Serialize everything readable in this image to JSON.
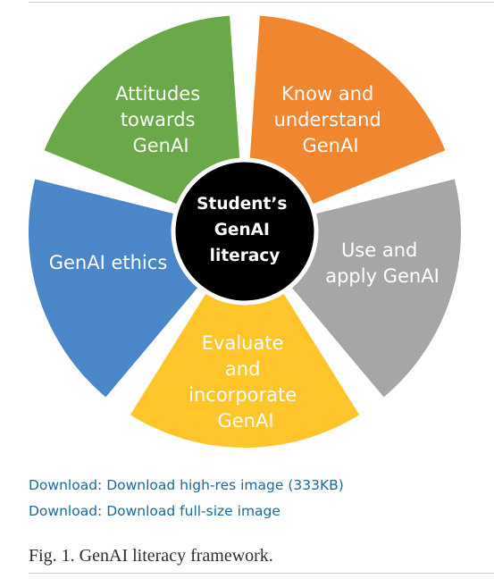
{
  "diagram": {
    "center": {
      "lines": [
        "Student’s",
        "GenAI",
        "literacy"
      ],
      "color": "#000000"
    },
    "segments": [
      {
        "id": "know",
        "lines": [
          "Know and",
          "understand",
          "GenAI"
        ],
        "color": "#F08630"
      },
      {
        "id": "use",
        "lines": [
          "Use and",
          "apply GenAI"
        ],
        "color": "#A6A6A6"
      },
      {
        "id": "evaluate",
        "lines": [
          "Evaluate",
          "and",
          "incorporate",
          "GenAI"
        ],
        "color": "#FFC52B"
      },
      {
        "id": "ethics",
        "lines": [
          "GenAI ethics"
        ],
        "color": "#4A86C8"
      },
      {
        "id": "attitudes",
        "lines": [
          "Attitudes",
          "towards",
          "GenAI"
        ],
        "color": "#6BA849"
      }
    ]
  },
  "downloads": {
    "high_res": "Download: Download high-res image (333KB)",
    "full_size": "Download: Download full-size image"
  },
  "caption": "Fig. 1. GenAI literacy framework.",
  "colors": {
    "link": "#1B6A9A",
    "caption": "#2E2E2E",
    "rule": "#C8C8C8"
  }
}
